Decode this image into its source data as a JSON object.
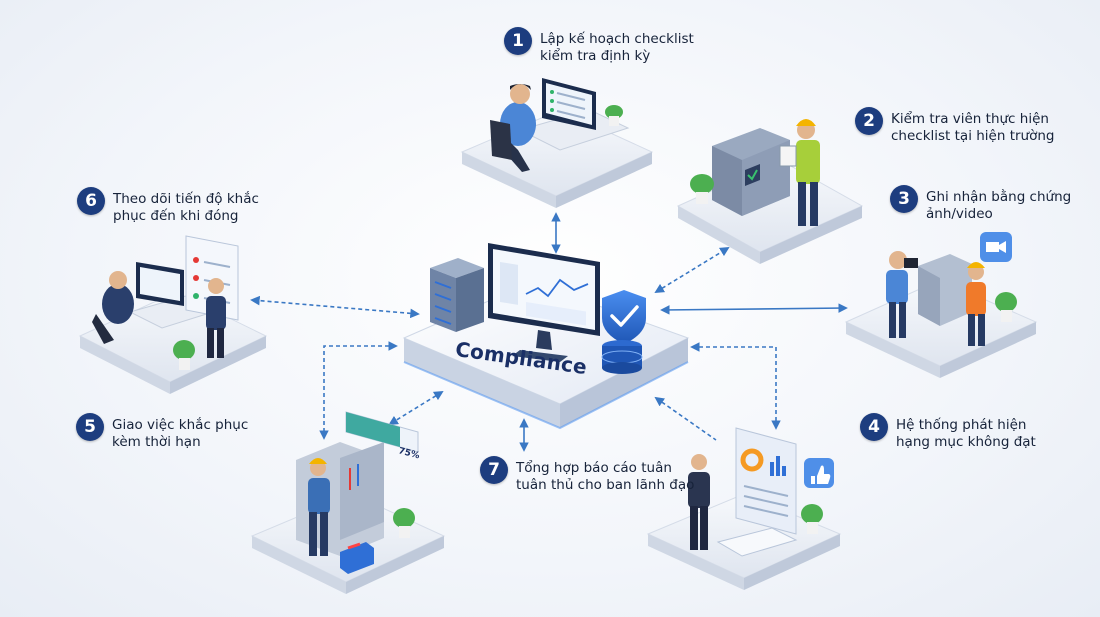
{
  "hub": {
    "title": "Compliance"
  },
  "steps": [
    {
      "number": "1",
      "line1": "Lập kế hoạch checklist",
      "line2": "kiểm tra định kỳ"
    },
    {
      "number": "2",
      "line1": "Kiểm tra viên thực hiện",
      "line2": "checklist tại hiện trường"
    },
    {
      "number": "3",
      "line1": "Ghi nhận bằng chứng",
      "line2": "ảnh/video"
    },
    {
      "number": "4",
      "line1": "Hệ thống phát hiện",
      "line2": "hạng mục không đạt"
    },
    {
      "number": "5",
      "line1": "Giao việc khắc phục",
      "line2": "kèm thời hạn"
    },
    {
      "number": "6",
      "line1": "Theo dõi tiến độ khắc",
      "line2": "phục đến khi đóng"
    },
    {
      "number": "7",
      "line1": "Tổng hợp báo cáo tuân",
      "line2": "tuân thủ cho ban lãnh đạo"
    }
  ],
  "progress": {
    "label": "75%",
    "value": 75
  },
  "colors": {
    "badge": "#1d3d7f",
    "arrow": "#3a78c4",
    "platform": "#e9edf5",
    "accent": "#2f6fd6"
  },
  "icons": [
    "monitor-icon",
    "shield-check-icon",
    "database-icon",
    "server-icon",
    "video-camera-icon",
    "thumbs-up-icon",
    "toolbox-icon",
    "plant-icon"
  ]
}
